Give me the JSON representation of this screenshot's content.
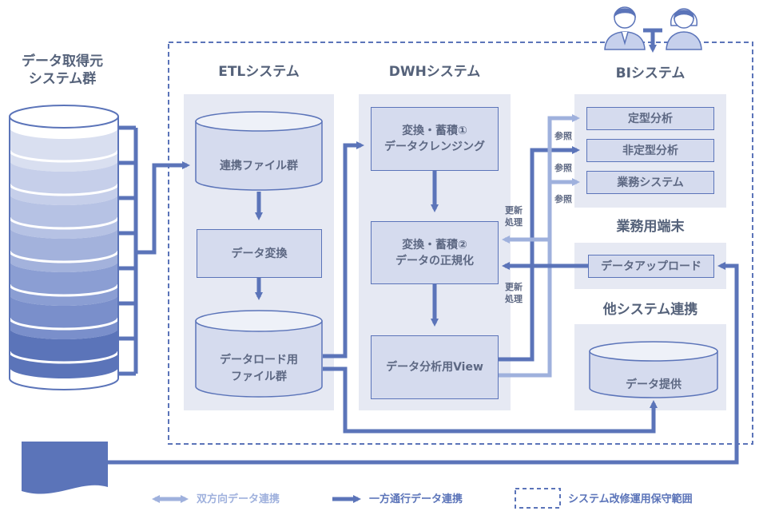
{
  "titles": {
    "source": "データ取得元\nシステム群",
    "etl": "ETLシステム",
    "dwh": "DWHシステム",
    "bi": "BIシステム",
    "terminal": "業務用端末",
    "other": "他システム連携"
  },
  "etl": {
    "files": "連携ファイル群",
    "convert": "データ変換",
    "load_files": "データロード用\nファイル群"
  },
  "dwh": {
    "cleansing": "変換・蓄積①\nデータクレンジング",
    "normalize": "変換・蓄積②\nデータの正規化",
    "view": "データ分析用View"
  },
  "bi": {
    "items": [
      "定型分析",
      "非定型分析",
      "業務システム"
    ],
    "ref_label": "参照"
  },
  "terminal": {
    "upload": "データアップロード"
  },
  "other": {
    "provide": "データ提供"
  },
  "update_label": "更新\n処理",
  "legend": {
    "bidirectional": "双方向データ連携",
    "oneway": "一方通行データ連携",
    "scope": "システム改修運用保守範囲"
  },
  "colors": {
    "dark": "#5b74b9",
    "light": "#9fb1dd",
    "panel": "#e6e9f3",
    "box": "#d5dbee",
    "text": "#5d6883"
  }
}
